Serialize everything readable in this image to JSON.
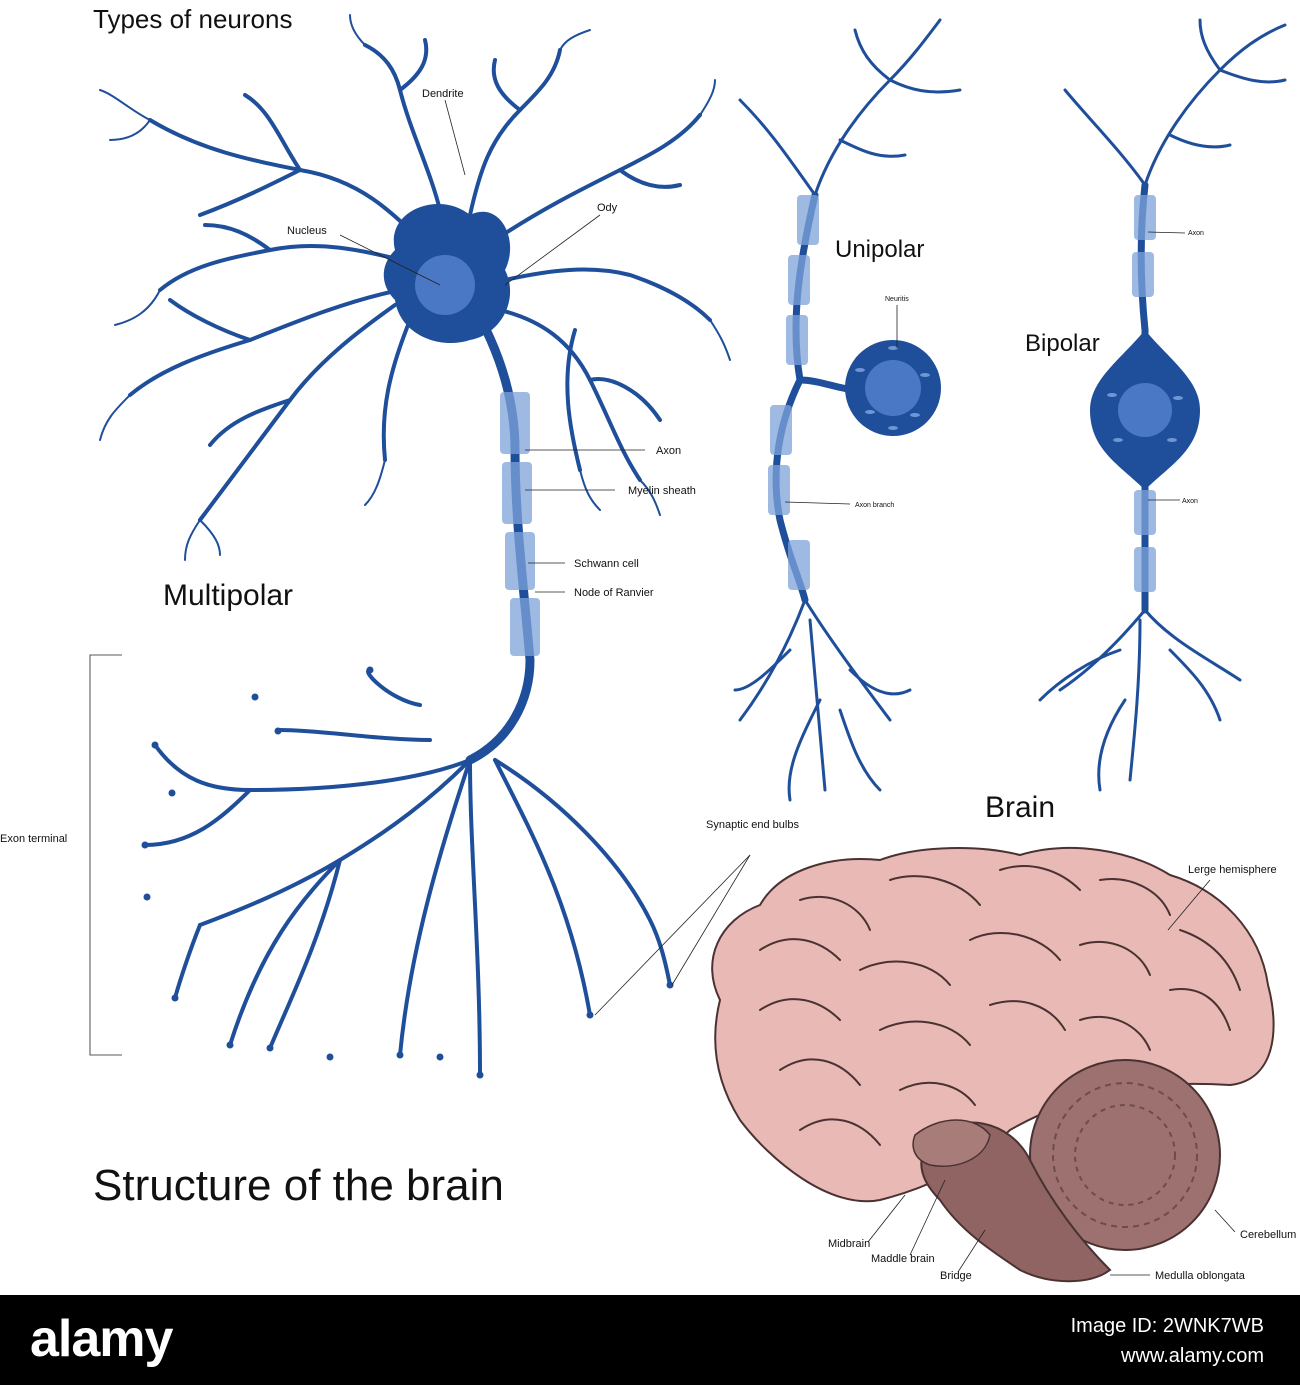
{
  "title": "Types of neurons",
  "multipolar": {
    "heading": "Multipolar",
    "labels": {
      "dendrite": "Dendrite",
      "nucleus": "Nucleus",
      "body": "Ody",
      "axon": "Axon",
      "myelin": "Myelin sheath",
      "schwann": "Schwann cell",
      "ranvier": "Node of Ranvier",
      "terminal": "Exon terminal",
      "bulbs": "Synaptic end bulbs"
    }
  },
  "unipolar": {
    "heading": "Unipolar",
    "labels": {
      "neuritis": "Neuritis",
      "axon_branch": "Axon branch"
    }
  },
  "bipolar": {
    "heading": "Bipolar",
    "labels": {
      "axon_top": "Axon",
      "axon_bottom": "Axon"
    }
  },
  "brain": {
    "heading": "Brain",
    "section_title": "Structure of the brain",
    "labels": {
      "hemisphere": "Lerge hemisphere",
      "midbrain": "Midbrain",
      "middle": "Maddle brain",
      "bridge": "Bridge",
      "cerebellum": "Cerebellum",
      "medulla": "Medulla oblongata"
    }
  },
  "colors": {
    "neuron": "#1f4f9a",
    "neuron_light": "#4a78c4",
    "myelin": "#7ea3d9",
    "brain": "#e9b9b5",
    "brain_dark": "#8f6462",
    "footer_bg": "#000000"
  },
  "footer": {
    "logo": "alamy",
    "image_id": "Image ID: 2WNK7WB",
    "site": "www.alamy.com"
  }
}
